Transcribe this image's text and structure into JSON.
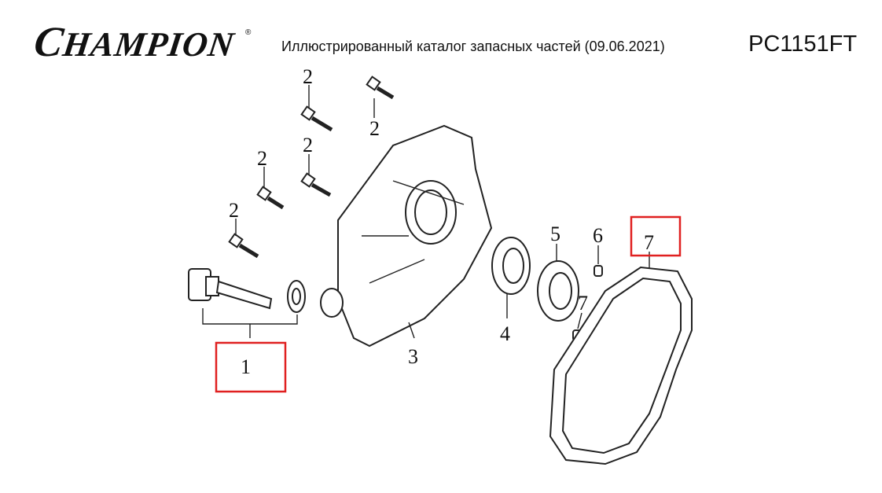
{
  "header": {
    "logo": "CHAMPION",
    "logo_first": "C",
    "logo_rest": "HAMPION",
    "registered_mark": "®",
    "title": "Иллюстрированный каталог запасных частей (09.06.2021)",
    "model": "PC1151FT"
  },
  "callouts": {
    "bolt_a": "2",
    "bolt_b": "2",
    "bolt_c": "2",
    "bolt_d": "2",
    "bolt_e": "2",
    "drain_plug": "1",
    "cover": "3",
    "oil_seal": "4",
    "bearing": "5",
    "pin_6": "6",
    "pin_7": "7",
    "gasket": "7"
  },
  "colors": {
    "highlight": "#e02020"
  }
}
